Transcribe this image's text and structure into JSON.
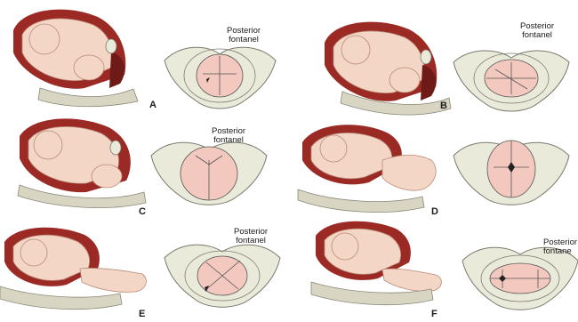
{
  "figure": {
    "panels": [
      {
        "label": "A",
        "callout": [
          "Posterior",
          "fontanel"
        ]
      },
      {
        "label": "B",
        "callout": [
          "Posterior",
          "fontanel"
        ]
      },
      {
        "label": "C",
        "callout": [
          "Posterior",
          "fontanel"
        ]
      },
      {
        "label": "D",
        "callout": []
      },
      {
        "label": "E",
        "callout": [
          "Posterior",
          "fontanel"
        ]
      },
      {
        "label": "F",
        "callout": [
          "Posterior",
          "fontane"
        ]
      }
    ]
  },
  "colors": {
    "uterus": "#9b2a25",
    "uterus_dark": "#6e1a17",
    "skin": "#f4d6c6",
    "skin_shade": "#e8b9a4",
    "pelvis": "#e9ead9",
    "pelvis_outline": "#7a7a6e",
    "spine": "#d8d6c3",
    "head": "#f3c8bf"
  }
}
